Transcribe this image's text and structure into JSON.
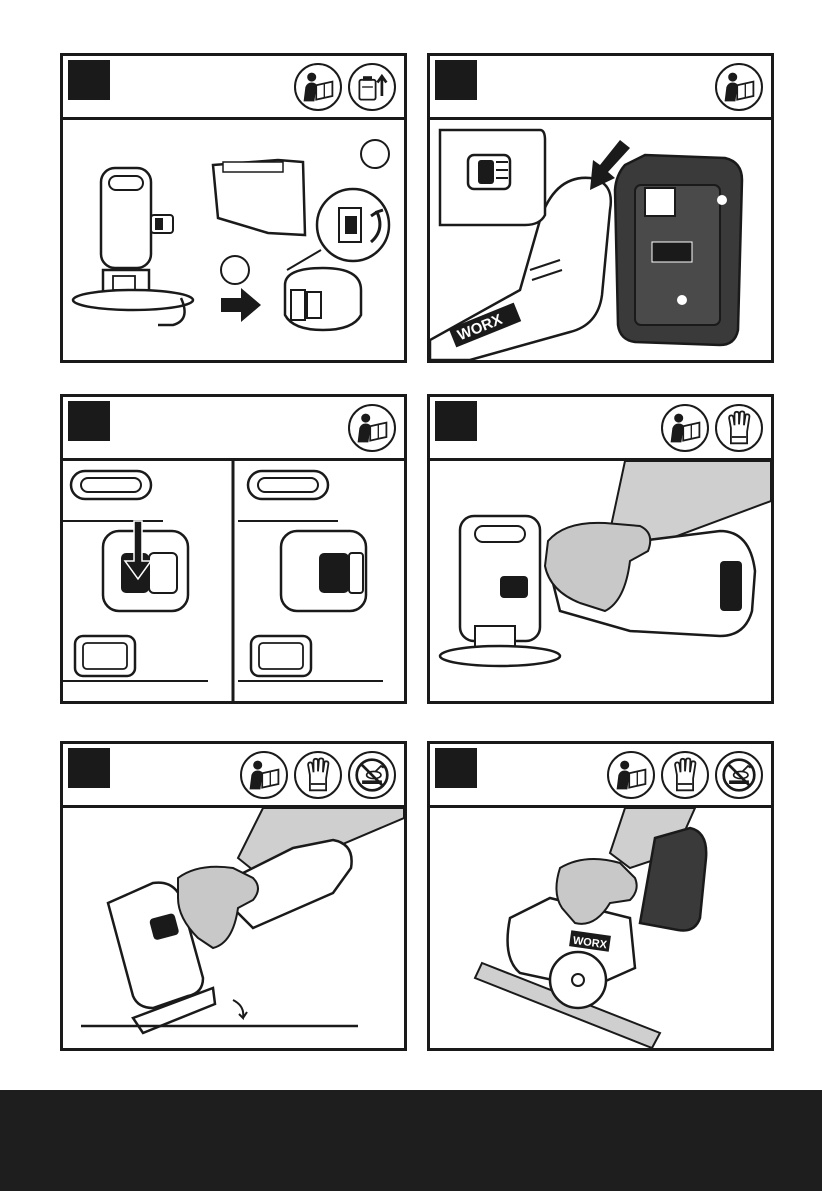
{
  "colors": {
    "ink": "#1a1a1a",
    "glove": "#c8c8c8",
    "sleeve": "#cfcfcf",
    "battery": "#3a3a3a",
    "footer": "#1e1e1e"
  },
  "panels": [
    {
      "id": "p1",
      "icons": [
        "read-manual-icon",
        "battery-removed-icon"
      ]
    },
    {
      "id": "p2",
      "icons": [
        "read-manual-icon"
      ]
    },
    {
      "id": "p3",
      "icons": [
        "read-manual-icon"
      ]
    },
    {
      "id": "p4",
      "icons": [
        "read-manual-icon",
        "wear-gloves-icon"
      ]
    },
    {
      "id": "p5",
      "icons": [
        "read-manual-icon",
        "wear-gloves-icon",
        "no-side-grinding-icon"
      ]
    },
    {
      "id": "p6",
      "icons": [
        "read-manual-icon",
        "wear-gloves-icon",
        "no-side-grinding-icon"
      ]
    }
  ],
  "brand": {
    "logo": "WORX"
  }
}
